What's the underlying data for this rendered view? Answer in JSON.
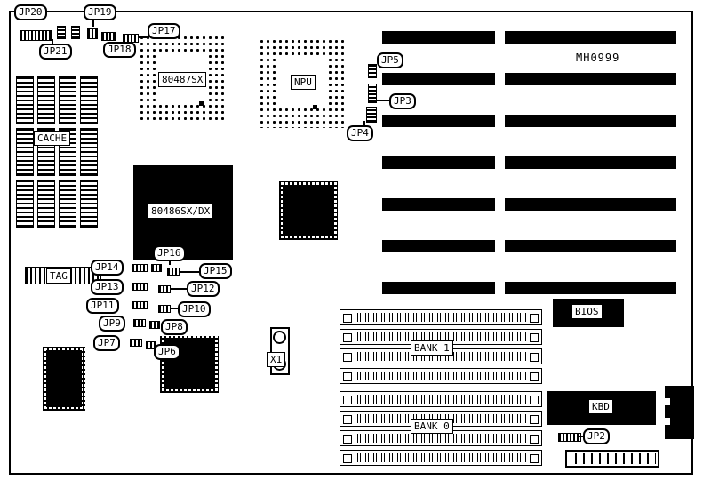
{
  "board": {
    "part_number": "MH0999"
  },
  "labels": {
    "cache": "CACHE",
    "tag": "TAG",
    "fpu_socket": "80487SX",
    "npu": "NPU",
    "cpu": "80486SX/DX",
    "bank1": "BANK 1",
    "bank0": "BANK 0",
    "bios": "BIOS",
    "kbd": "KBD",
    "crystal": "X1"
  },
  "jumpers": {
    "jp2": "JP2",
    "jp3": "JP3",
    "jp4": "JP4",
    "jp5": "JP5",
    "jp6": "JP6",
    "jp7": "JP7",
    "jp8": "JP8",
    "jp9": "JP9",
    "jp10": "JP10",
    "jp11": "JP11",
    "jp12": "JP12",
    "jp13": "JP13",
    "jp14": "JP14",
    "jp15": "JP15",
    "jp16": "JP16",
    "jp17": "JP17",
    "jp18": "JP18",
    "jp19": "JP19",
    "jp20": "JP20",
    "jp21": "JP21"
  }
}
